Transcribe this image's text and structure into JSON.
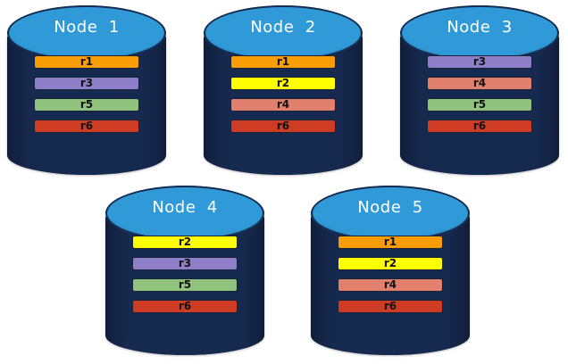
{
  "diagram": {
    "title": "replica-placement-across-nodes",
    "background_color": "#ffffff",
    "node_body_color": "#16294f",
    "node_top_color": "#309ad8",
    "node_label_color": "#ffffff",
    "replica_colors": {
      "r1": "#F99D07",
      "r2": "#FFFF00",
      "r3": "#8E7FC8",
      "r4": "#E2806E",
      "r5": "#90C47E",
      "r6": "#CE3C23"
    },
    "nodes": [
      {
        "id": "node-1",
        "label": "Node  1",
        "row": 1,
        "replicas": [
          {
            "label": "r1",
            "color": "#F99D07"
          },
          {
            "label": "r3",
            "color": "#8E7FC8"
          },
          {
            "label": "r5",
            "color": "#90C47E"
          },
          {
            "label": "r6",
            "color": "#CE3C23"
          }
        ]
      },
      {
        "id": "node-2",
        "label": "Node  2",
        "row": 1,
        "replicas": [
          {
            "label": "r1",
            "color": "#F99D07"
          },
          {
            "label": "r2",
            "color": "#FFFF00"
          },
          {
            "label": "r4",
            "color": "#E2806E"
          },
          {
            "label": "r6",
            "color": "#CE3C23"
          }
        ]
      },
      {
        "id": "node-3",
        "label": "Node  3",
        "row": 1,
        "replicas": [
          {
            "label": "r3",
            "color": "#8E7FC8"
          },
          {
            "label": "r4",
            "color": "#E2806E"
          },
          {
            "label": "r5",
            "color": "#90C47E"
          },
          {
            "label": "r6",
            "color": "#CE3C23"
          }
        ]
      },
      {
        "id": "node-4",
        "label": "Node  4",
        "row": 2,
        "replicas": [
          {
            "label": "r2",
            "color": "#FFFF00"
          },
          {
            "label": "r3",
            "color": "#8E7FC8"
          },
          {
            "label": "r5",
            "color": "#90C47E"
          },
          {
            "label": "r6",
            "color": "#CE3C23"
          }
        ]
      },
      {
        "id": "node-5",
        "label": "Node  5",
        "row": 2,
        "replicas": [
          {
            "label": "r1",
            "color": "#F99D07"
          },
          {
            "label": "r2",
            "color": "#FFFF00"
          },
          {
            "label": "r4",
            "color": "#E2806E"
          },
          {
            "label": "r6",
            "color": "#CE3C23"
          }
        ]
      }
    ]
  }
}
